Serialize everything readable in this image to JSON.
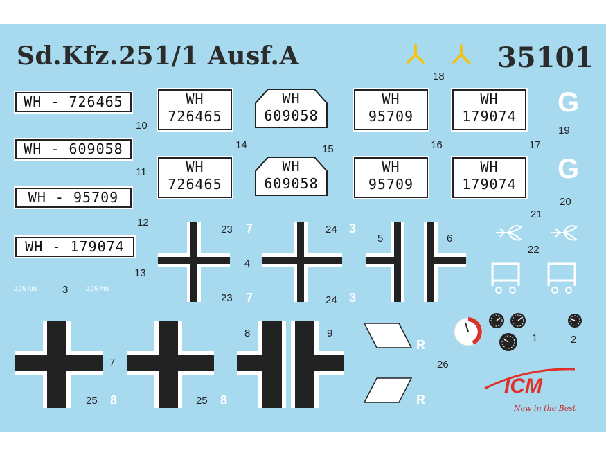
{
  "sheet": {
    "title": "Sd.Kfz.251/1 Ausf.A",
    "kit_code": "35101",
    "colors": {
      "background": "#a7d9ef",
      "cross_black": "#222222",
      "cross_white": "#ffffff",
      "logo_red": "#e0302a",
      "emblem_yellow": "#f2c21a"
    }
  },
  "long_plates": [
    {
      "text": "WH - 726465"
    },
    {
      "text": "WH - 609058"
    },
    {
      "text": "WH - 95709"
    },
    {
      "text": "WH - 179074"
    }
  ],
  "square_plates": [
    {
      "line1": "WH",
      "line2": "726465"
    },
    {
      "line1": "WH",
      "line2": "95709"
    },
    {
      "line1": "WH",
      "line2": "179074"
    },
    {
      "line1": "WH",
      "line2": "726465"
    },
    {
      "line1": "WH",
      "line2": "95709"
    },
    {
      "line1": "WH",
      "line2": "179074"
    }
  ],
  "oct_plates": [
    {
      "line1": "WH",
      "line2": "609058"
    },
    {
      "line1": "WH",
      "line2": "609058"
    }
  ],
  "numbers": {
    "n1": "1",
    "n2": "2",
    "n3": "3",
    "n4": "4",
    "n5": "5",
    "n6": "6",
    "n7": "7",
    "n8": "8",
    "n9": "9",
    "n10": "10",
    "n11": "11",
    "n12": "12",
    "n13": "13",
    "n14": "14",
    "n15": "15",
    "n16": "16",
    "n17": "17",
    "n18": "18",
    "n19": "19",
    "n20": "20",
    "n21": "21",
    "n22": "22",
    "n23a": "23",
    "n23b": "23",
    "n24a": "24",
    "n24b": "24",
    "n25a": "25",
    "n25b": "25",
    "n26": "26"
  },
  "white_numbers": {
    "w7a": "7",
    "w7b": "7",
    "w3a": "3",
    "w3b": "3",
    "w8a": "8",
    "w8b": "8",
    "wRa": "R",
    "wRb": "R"
  },
  "tyre_pressure": {
    "left": "2,75 Atü",
    "right": "2,75 Atü"
  },
  "letters": {
    "g1": "G",
    "g2": "G"
  },
  "logo": {
    "name": "ICM",
    "slogan": "New in the Best"
  }
}
